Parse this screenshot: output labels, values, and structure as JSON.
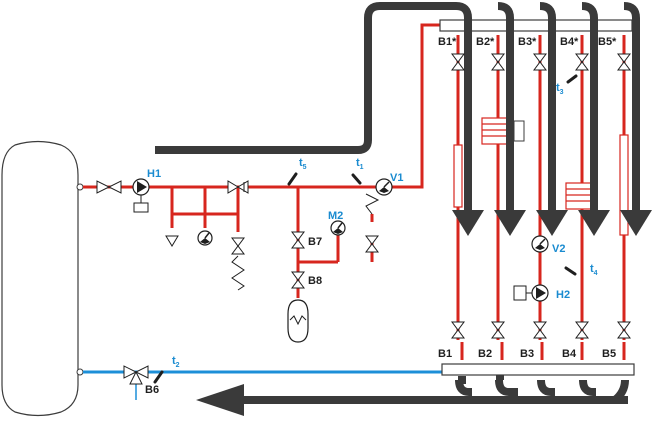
{
  "colors": {
    "supply": "#d7261e",
    "return": "#1c8fd8",
    "flow_arrow": "#3a3a3a",
    "label": "#1f1f1f",
    "label_accent": "#1a8bd0",
    "outline": "#3c3c3c"
  },
  "labels": {
    "h1": "H1",
    "h2": "H2",
    "v1": "V1",
    "v2": "V2",
    "m2": "M2",
    "b7": "B7",
    "b8": "B8",
    "b6": "B6",
    "t1": "t",
    "t1_sub": "1",
    "t2": "t",
    "t2_sub": "2",
    "t3": "t",
    "t3_sub": "3",
    "t4": "t",
    "t4_sub": "4",
    "t5": "t",
    "t5_sub": "5",
    "top_valves": [
      "B1*",
      "B2*",
      "B3*",
      "B4*",
      "B5*"
    ],
    "bottom_valves": [
      "B1",
      "B2",
      "B3",
      "B4",
      "B5"
    ]
  },
  "icons": [
    "storage-tank-icon",
    "pump-icon",
    "gate-valve-icon",
    "check-valve-icon",
    "thermometer-icon",
    "pressure-gauge-icon",
    "safety-valve-icon",
    "expansion-vessel-icon",
    "three-way-valve-icon",
    "heat-exchanger-icon",
    "flow-arrow-icon"
  ]
}
